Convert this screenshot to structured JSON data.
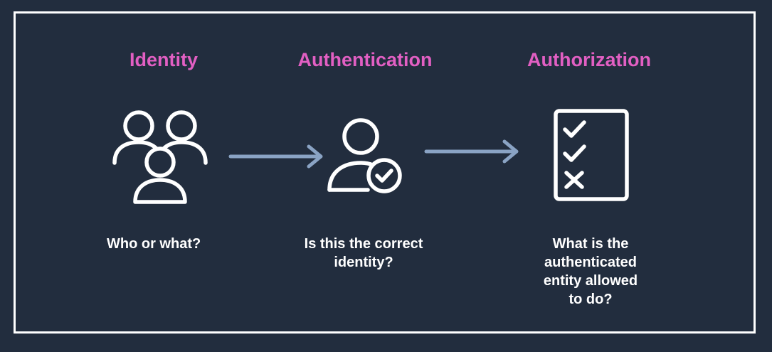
{
  "columns": [
    {
      "title": "Identity",
      "description": "Who or what?",
      "icon": "users-group-icon"
    },
    {
      "title": "Authentication",
      "description": "Is this the correct\nidentity?",
      "icon": "user-check-icon"
    },
    {
      "title": "Authorization",
      "description": "What is the\nauthenticated\nentity allowed\nto do?",
      "icon": "checklist-icon"
    }
  ],
  "colors": {
    "background": "#222d3e",
    "title": "#e25fc3",
    "text": "#ffffff",
    "arrow": "#8aa3c4"
  }
}
